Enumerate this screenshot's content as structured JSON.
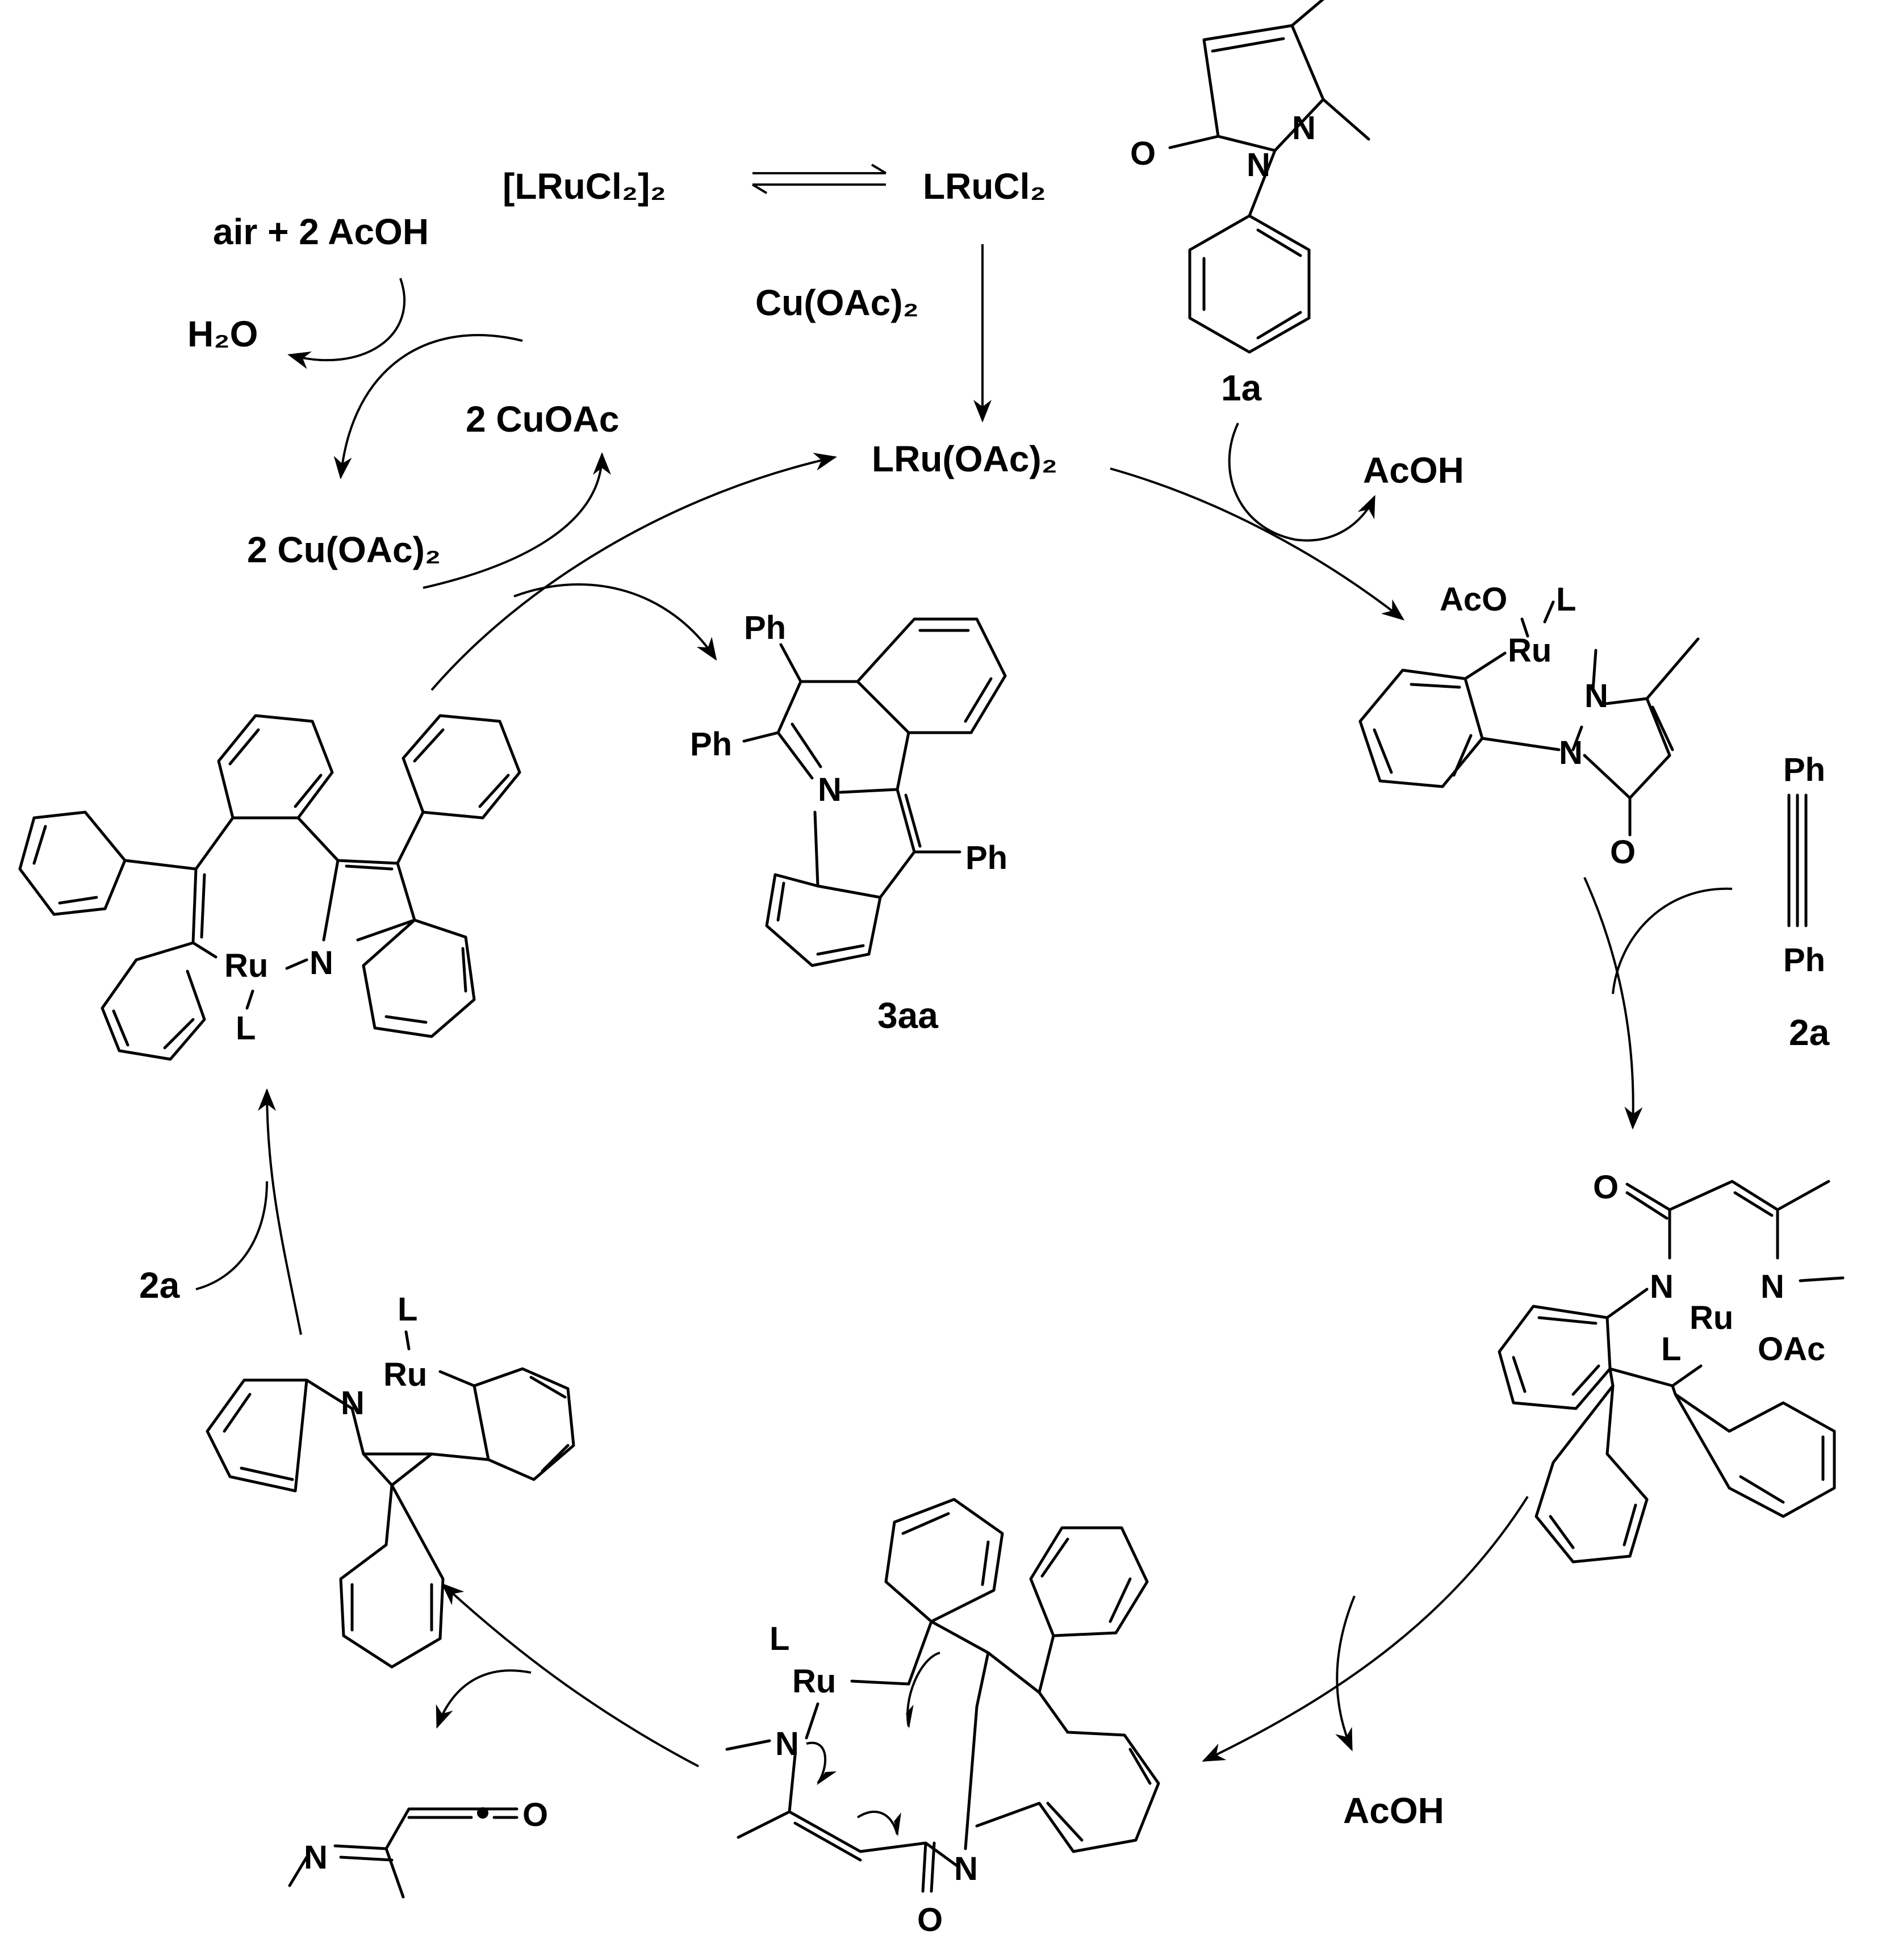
{
  "reagents": {
    "dimer": "[LRuCl₂]₂",
    "monomer": "LRuCl₂",
    "cu_oac2": "Cu(OAc)₂",
    "active_cat": "LRu(OAc)₂",
    "air": "air + 2 AcOH",
    "water": "H₂O",
    "cuoac": "2 CuOAc",
    "cu_oac2_2": "2 Cu(OAc)₂",
    "acoh_top": "AcOH",
    "acoh_bottom": "AcOH",
    "alkyne_2a_left": "2a"
  },
  "compounds": {
    "c1a": "1a",
    "c2a": "2a",
    "c3aa": "3aa"
  },
  "atoms": {
    "O": "O",
    "N": "N",
    "Ru": "Ru",
    "L": "L",
    "Ph": "Ph",
    "AcO": "AcO",
    "OAc": "OAc"
  }
}
